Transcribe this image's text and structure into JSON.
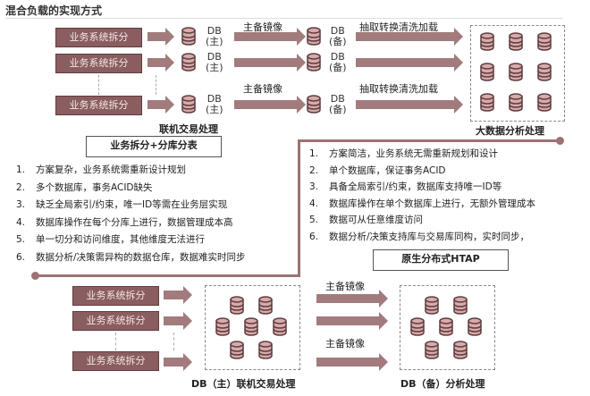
{
  "title": "混合负载的实现方式",
  "top": {
    "split_label": "业务系统拆分",
    "db_primary": [
      "DB",
      "(主)"
    ],
    "db_standby": [
      "DB",
      "(备)"
    ],
    "mirror_label": "主备镜像",
    "etl_label": "抽取转换清洗加载",
    "oltp_label": "联机交易处理",
    "bigdata_label": "大数据分析处理"
  },
  "left_section": {
    "heading": "业务拆分+分库分表",
    "items": [
      {
        "n": "1.",
        "text": "方案复杂，业务系统需重新设计规划"
      },
      {
        "n": "2.",
        "text": "多个数据库，事务ACID缺失"
      },
      {
        "n": "3.",
        "text": "缺乏全局索引/约束，唯一ID等需在业务层实现"
      },
      {
        "n": "4.",
        "text": "数据库操作在每个分库上进行，数据管理成本高"
      },
      {
        "n": "5.",
        "text": "单一切分和访问维度，其他维度无法进行"
      },
      {
        "n": "6.",
        "text": "数据分析/决策需异构的数据仓库，数据难实时同步"
      }
    ]
  },
  "right_section": {
    "heading": "原生分布式HTAP",
    "items": [
      {
        "n": "1.",
        "text": "方案简洁，业务系统无需重新规划和设计"
      },
      {
        "n": "2.",
        "text": "单个数据库，保证事务ACID"
      },
      {
        "n": "3.",
        "text": "具备全局索引/约束，数据库支持唯一ID等"
      },
      {
        "n": "4.",
        "text": "数据库操作在单个数据库上进行，无额外管理成本"
      },
      {
        "n": "5.",
        "text": "数据可从任意维度访问"
      },
      {
        "n": "6.",
        "text": "数据分析/决策支持库与交易库同构，实时同步，"
      }
    ]
  },
  "bottom": {
    "split_label": "业务系统拆分",
    "mirror_label": "主备镜像",
    "primary_label": "DB（主）联机交易处理",
    "standby_label": "DB（备）分析处理"
  },
  "colors": {
    "box": "#8a5d60",
    "arrow": "#a27b7d",
    "db_fill": "#d9aaab",
    "db_stroke": "#5d3e40"
  }
}
